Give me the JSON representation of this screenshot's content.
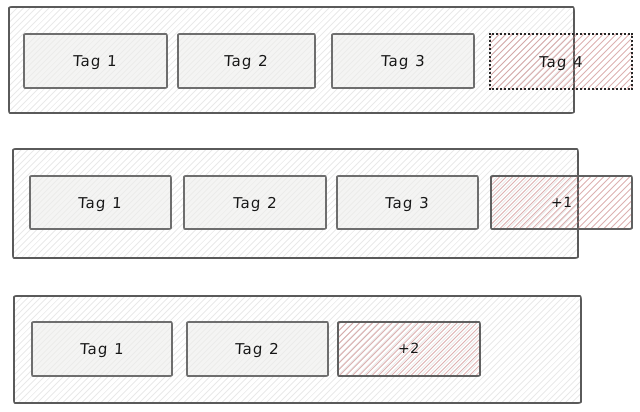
{
  "diagram": {
    "description": "Tag overflow behavior diagram with three container rows",
    "colors": {
      "background": "#ffffff",
      "container_border": "#5a5a5a",
      "container_hatch": "#e9e9e9",
      "tag_border": "#6e6e6e",
      "tag_fill": "#f4f4f3",
      "overflow_hatch": "#ddacac",
      "overflow_dotted_border": "#262626",
      "text": "#161616"
    }
  },
  "rows": [
    {
      "name": "row-overflowing-tag",
      "tags": [
        {
          "label": "Tag 1",
          "type": "normal"
        },
        {
          "label": "Tag 2",
          "type": "normal"
        },
        {
          "label": "Tag 3",
          "type": "normal"
        },
        {
          "label": "Tag 4",
          "type": "overflow-dotted"
        }
      ]
    },
    {
      "name": "row-overflowing-counter",
      "tags": [
        {
          "label": "Tag 1",
          "type": "normal"
        },
        {
          "label": "Tag 2",
          "type": "normal"
        },
        {
          "label": "Tag 3",
          "type": "normal"
        },
        {
          "label": "+1",
          "type": "overflow-counter"
        }
      ]
    },
    {
      "name": "row-collapsed-counter",
      "tags": [
        {
          "label": "Tag 1",
          "type": "normal"
        },
        {
          "label": "Tag 2",
          "type": "normal"
        },
        {
          "label": "+2",
          "type": "counter"
        }
      ]
    }
  ]
}
